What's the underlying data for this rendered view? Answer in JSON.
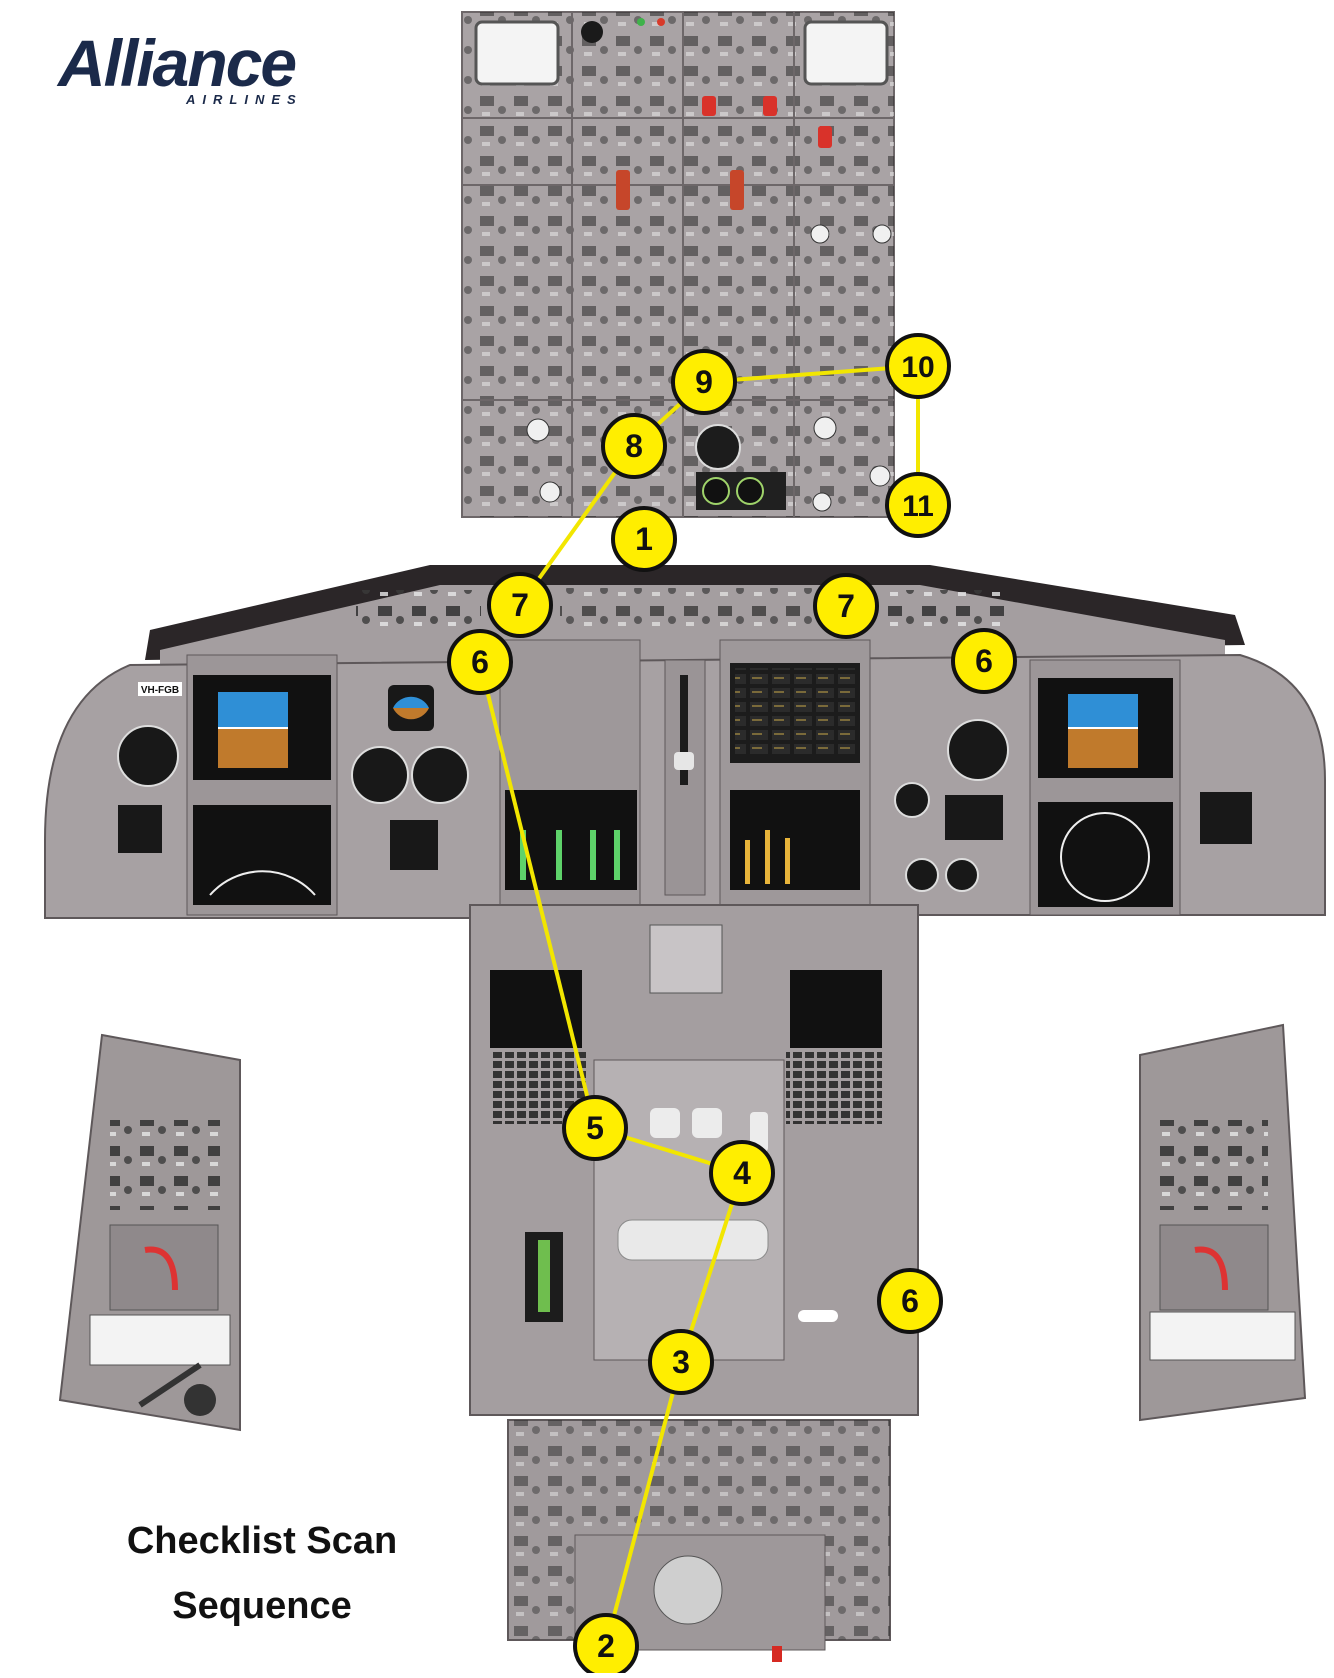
{
  "logo": {
    "name": "Alliance",
    "sub": "AIRLINES",
    "color": "#1b2a4a"
  },
  "registration": "VH-FGB",
  "caption": {
    "line1": "Checklist Scan",
    "line2": "Sequence"
  },
  "marker_color": "#ffee00",
  "line_color": "#f2e600",
  "markers": [
    {
      "id": "1",
      "label": "1"
    },
    {
      "id": "2",
      "label": "2"
    },
    {
      "id": "3",
      "label": "3"
    },
    {
      "id": "4",
      "label": "4"
    },
    {
      "id": "5",
      "label": "5"
    },
    {
      "id": "6a",
      "label": "6"
    },
    {
      "id": "6b",
      "label": "6"
    },
    {
      "id": "6c",
      "label": "6"
    },
    {
      "id": "7a",
      "label": "7"
    },
    {
      "id": "7b",
      "label": "7"
    },
    {
      "id": "8",
      "label": "8"
    },
    {
      "id": "9",
      "label": "9"
    },
    {
      "id": "10",
      "label": "10"
    },
    {
      "id": "11",
      "label": "11"
    }
  ],
  "scan_path": [
    [
      "2",
      "3"
    ],
    [
      "3",
      "4"
    ],
    [
      "4",
      "5"
    ],
    [
      "5",
      "6a"
    ],
    [
      "7a",
      "8"
    ],
    [
      "8",
      "9"
    ],
    [
      "9",
      "10"
    ],
    [
      "10",
      "11"
    ]
  ]
}
